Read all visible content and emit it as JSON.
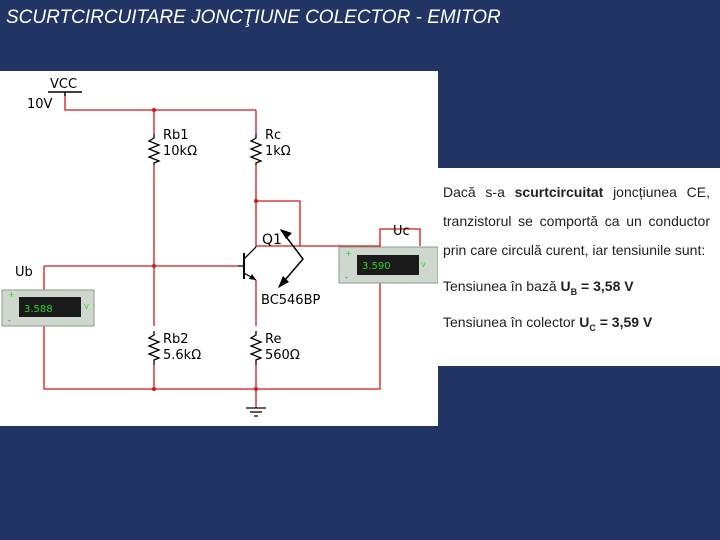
{
  "title": "SCURTCIRCUITARE JONCŢIUNE  COLECTOR - EMITOR",
  "circuit": {
    "vcc_label": "VCC",
    "vcc_value": "10V",
    "rb1_name": "Rb1",
    "rb1_value": "10kΩ",
    "rc_name": "Rc",
    "rc_value": "1kΩ",
    "rb2_name": "Rb2",
    "rb2_value": "5.6kΩ",
    "re_name": "Re",
    "re_value": "560Ω",
    "transistor_name": "Q1",
    "transistor_model": "BC546BP",
    "ub_label": "Ub",
    "ub_reading": "3.588",
    "uc_label": "Uc",
    "uc_reading": "3.590",
    "meter_unit": "V",
    "colors": {
      "wire": "#d01a1a",
      "meter_display": "#1a1a1a",
      "meter_text": "#2bd12b",
      "meter_body": "#cfd8cf"
    }
  },
  "explanation": {
    "p1": "Dacă s-a ",
    "p1_bold": "scurtcircuitat",
    "p1_rest": " joncțiunea CE, tranzistorul se comportă ca un conductor prin care circulă curent, iar tensiunile sunt:",
    "base_label": "Tensiunea în bază ",
    "base_sym": "U",
    "base_sub": "B",
    "base_value": " = 3,58 V",
    "coll_label": "Tensiunea în colector ",
    "coll_sym": "U",
    "coll_sub": "C",
    "coll_value": " = 3,59 V"
  },
  "colors": {
    "background": "#233565",
    "title_text": "#ffffff"
  }
}
